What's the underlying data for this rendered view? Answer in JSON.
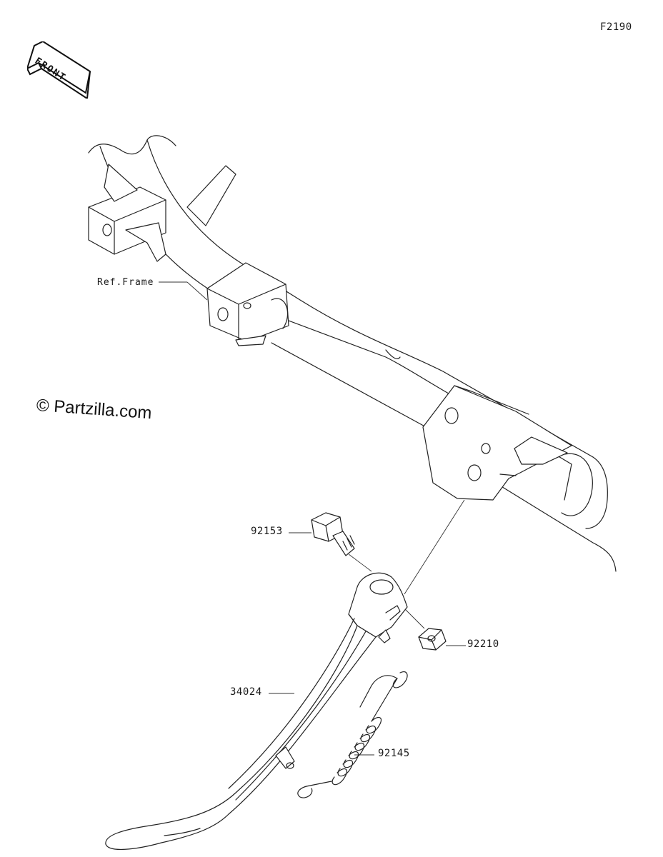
{
  "figure": {
    "id": "F2190",
    "front_label": "FRONT",
    "ref_label": "Ref.Frame",
    "watermark": "© Partzilla.com"
  },
  "parts": [
    {
      "number": "92153"
    },
    {
      "number": "92210"
    },
    {
      "number": "34024"
    },
    {
      "number": "92145"
    }
  ],
  "colors": {
    "line": "#222222",
    "background": "#ffffff"
  }
}
